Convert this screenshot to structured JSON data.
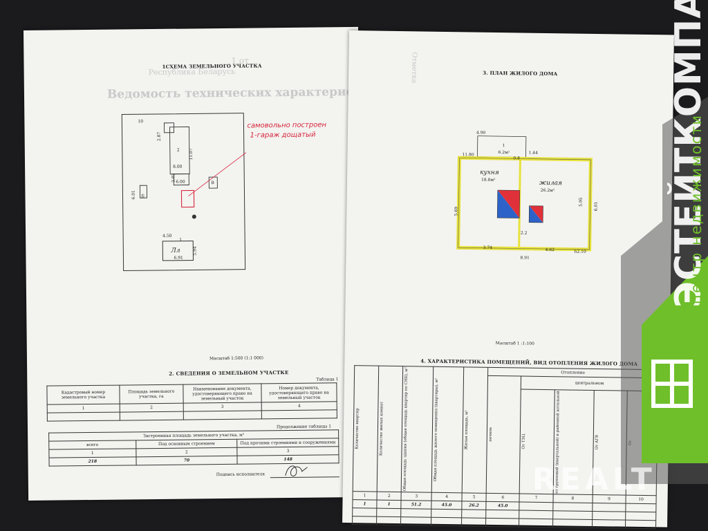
{
  "left": {
    "scheme_title": "1СХЕМА ЗЕМЕЛЬНОГО УЧАСТКА",
    "ghost_heading": "Ведомость технических характеристик",
    "ghost_top1": "1 от",
    "ghost_top2": "Республика Беларусь",
    "handwritten_note_line1": "самовольно построен",
    "handwritten_note_line2": "1-гараж дощатый",
    "plan_labels": {
      "l1": "10",
      "l2": "2.87",
      "l3": "2",
      "l4": "11.07",
      "l5": "8.00",
      "l6": "3.03",
      "l7": "6.00",
      "l8": "6.01",
      "l9": "Б",
      "l10": "В",
      "l11": "4.50",
      "l12": "1",
      "l13": "Лл",
      "l14": "6.91",
      "l15": "5.94"
    },
    "scale": "Масштаб 1:500 (1:1 000)",
    "section2_title": "2. СВЕДЕНИЯ О ЗЕМЕЛЬНОМ УЧАСТКЕ",
    "table1_caption": "Таблица 1",
    "table1_headers": [
      "Кадастровый номер земельного участка",
      "Площадь земельного участка, га",
      "Наименование документа, удостоверяющего право на земельный участок",
      "Номер документа, удостоверяющего право на земельный участок"
    ],
    "table1_nums": [
      "1",
      "2",
      "3",
      "4"
    ],
    "table1_cont_caption": "Продолжение таблицы 1",
    "table1b_group": "Застроенная площадь земельного участка, м²",
    "table1b_headers": [
      "всего",
      "Под основным строением",
      "Под прочими строениями и сооружениями"
    ],
    "table1b_nums": [
      "1",
      "2",
      "3"
    ],
    "table1b_values": [
      "218",
      "70",
      "148"
    ],
    "signature_label": "Подпись исполнителя"
  },
  "right": {
    "plan_title": "3. ПЛАН ЖИЛОГО ДОМА",
    "plan_labels": {
      "d1": "4.90",
      "d2": "1",
      "d3": "6.2м²",
      "d4": "0.8",
      "d5": "1.44",
      "d6": "11.80",
      "kitchen_name": "кухня",
      "kitchen_area": "18.8м²",
      "living_name": "жилая",
      "living_area": "26.2м²",
      "d7": "5.69",
      "d8": "5.95",
      "d9": "6.01",
      "d10": "2.2",
      "d11": "3.74",
      "d12": "4.62",
      "d13": "h2.10",
      "d14": "8.91"
    },
    "scale": "Масштаб 1 :1:100",
    "section4_title": "4. ХАРАКТЕРИСТИКА ПОМЕЩЕНИЙ, ВИД ОТОПЛЕНИЯ ЖИЛОГО ДОМА",
    "table_group": "Отопление",
    "table_subgroup": "центральном",
    "table_headers": [
      "Количество квартир",
      "Количество жилых комнат",
      "Общая площадь здания (общая площадь квартир по СНБ), м²",
      "Общая площадь жилого помещения (квартиры), м²",
      "Жилая площадь, м²",
      "печное",
      "От ТЭЦ",
      "от групповой (квартальной) и районной котельной",
      "От АГВ",
      "От"
    ],
    "table_nums": [
      "1",
      "2",
      "3",
      "4",
      "5",
      "6",
      "7",
      "8",
      "9",
      "10"
    ],
    "table_values": [
      "1",
      "1",
      "51.2",
      "45.0",
      "26.2",
      "45.0",
      "",
      "",
      "",
      ""
    ],
    "ghost_side": "Отметка"
  },
  "watermark": {
    "brand_main": "ЭСТЕЙТКОМПАНИ",
    "brand_sub": "центр недвижимости",
    "realt": "REALT"
  },
  "colors": {
    "paper": "#f3f3f0",
    "background": "#1b1b1d",
    "wall_yellow": "#e7e23a",
    "stove_red": "#e0313a",
    "stove_blue": "#2d63c8",
    "handwriting_red": "#d6243a",
    "brand_green": "#6fbf2a"
  }
}
